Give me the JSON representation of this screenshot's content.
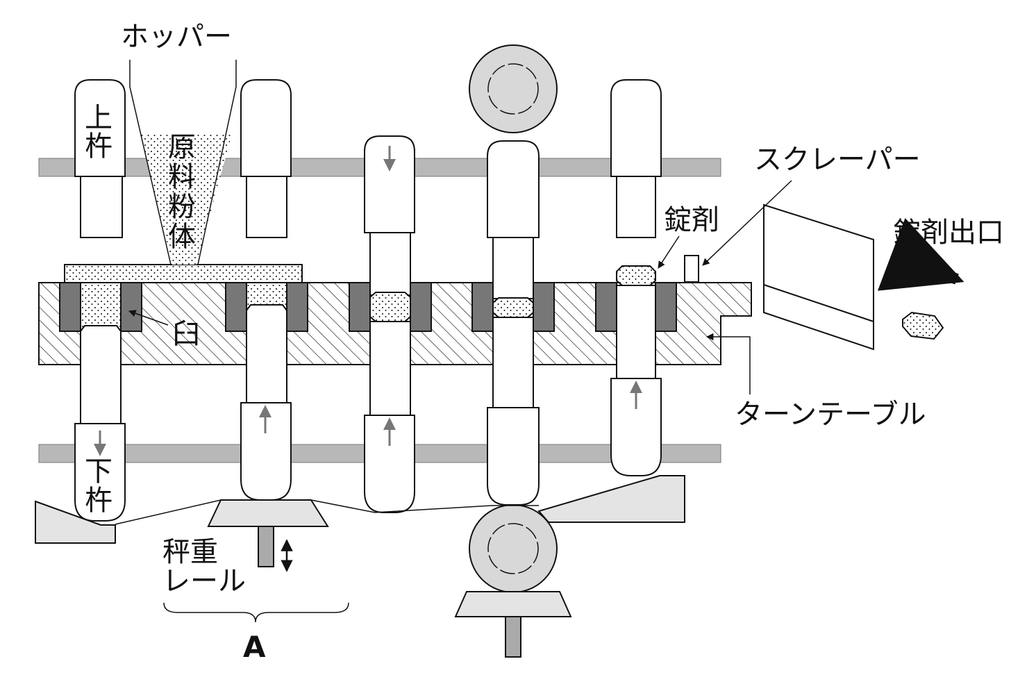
{
  "labels": {
    "hopper": "ホッパー",
    "upper_punch": "上杵",
    "raw_powder": "原料粉体",
    "die": "臼",
    "lower_punch": "下杵",
    "weighing_rail_1": "秤重",
    "weighing_rail_2": "レール",
    "section_a": "A",
    "tablet": "錠剤",
    "scraper": "スクレーパー",
    "tablet_outlet": "錠剤出口",
    "turntable": "ターンテーブル"
  },
  "colors": {
    "rail": "#b8b8b8",
    "die_block": "#777777",
    "roller": "#d8d8d8",
    "cam": "#e4e4e4",
    "arrow": "#777777"
  }
}
